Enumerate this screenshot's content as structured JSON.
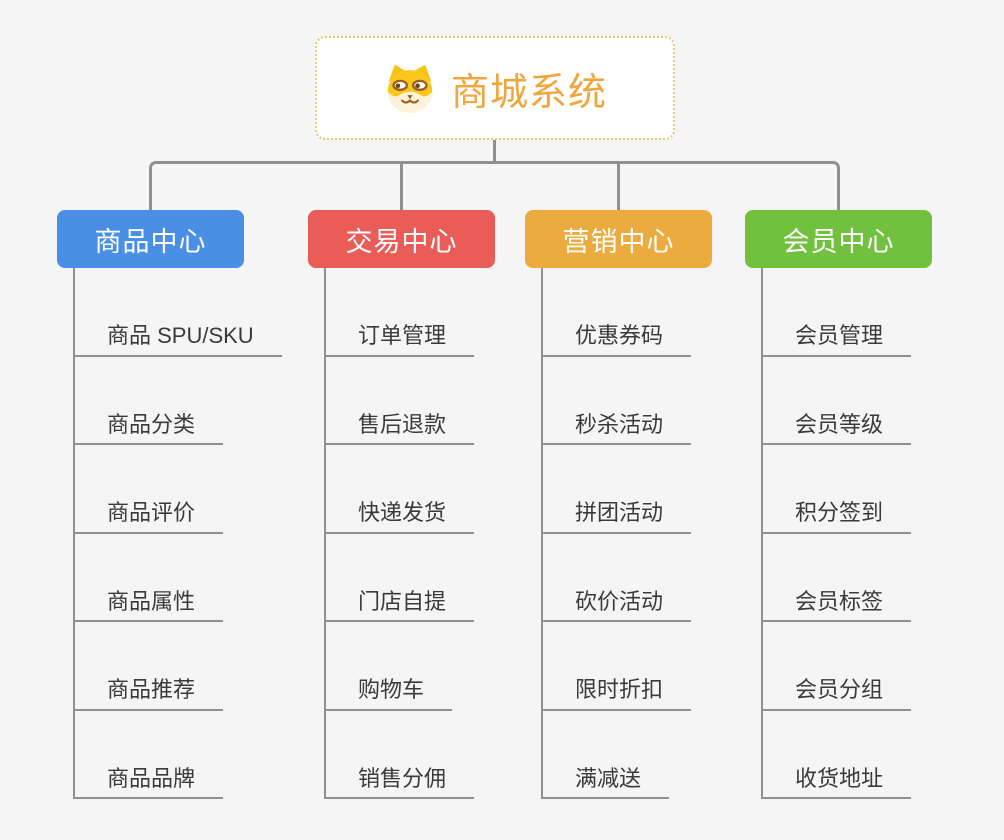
{
  "root": {
    "title": "商城系统",
    "icon": "dog-face-icon",
    "accent_color": "#f0a63c",
    "border_color": "#f2c36a"
  },
  "connector_color": "#909090",
  "branches": [
    {
      "label": "商品中心",
      "color": "#4a8fe6",
      "children": [
        "商品 SPU/SKU",
        "商品分类",
        "商品评价",
        "商品属性",
        "商品推荐",
        "商品品牌"
      ]
    },
    {
      "label": "交易中心",
      "color": "#e95c57",
      "children": [
        "订单管理",
        "售后退款",
        "快递发货",
        "门店自提",
        "购物车",
        "销售分佣"
      ]
    },
    {
      "label": "营销中心",
      "color": "#ecab3e",
      "children": [
        "优惠券码",
        "秒杀活动",
        "拼团活动",
        "砍价活动",
        "限时折扣",
        "满减送"
      ]
    },
    {
      "label": "会员中心",
      "color": "#71c13f",
      "children": [
        "会员管理",
        "会员等级",
        "积分签到",
        "会员标签",
        "会员分组",
        "收货地址"
      ]
    }
  ]
}
